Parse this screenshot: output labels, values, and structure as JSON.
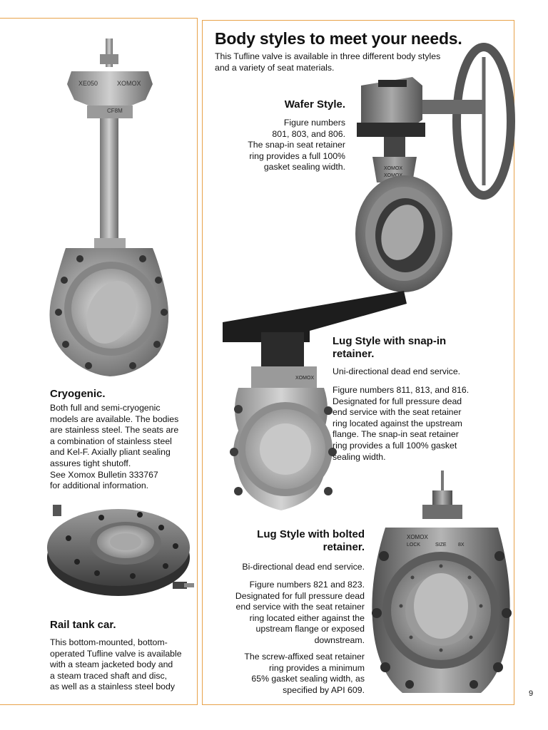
{
  "page_number": "9",
  "header": {
    "title": "Body styles to meet your needs.",
    "intro": [
      "This Tufline valve is available in three different body styles",
      "and a variety of seat materials."
    ]
  },
  "cryogenic": {
    "title": "Cryogenic.",
    "lines": [
      "Both full and semi-cryogenic",
      "models are available. The bodies",
      "are stainless steel.  The seats are",
      "a combination of stainless steel",
      "and Kel-F.  Axially pliant sealing",
      "assures tight shutoff.",
      "See Xomox Bulletin 333767",
      "for additional information."
    ],
    "photo_markings": [
      "XE050",
      "XOMOX",
      "CF8M"
    ]
  },
  "rail_tank_car": {
    "title": "Rail tank car.",
    "lines": [
      "This bottom-mounted, bottom-",
      "operated Tufline valve is available",
      "with a steam jacketed body and",
      "a steam traced shaft and disc,",
      "as well as a stainless steel body"
    ]
  },
  "wafer_style": {
    "title": "Wafer Style.",
    "lines": [
      "Figure numbers",
      "801, 803, and 806.",
      "The snap-in seat retainer",
      "ring provides a full 100%",
      "gasket sealing width."
    ],
    "photo_markings": [
      "XOMOX",
      "XOMOX"
    ]
  },
  "lug_snap": {
    "title_lines": [
      "Lug Style with snap-in",
      "retainer."
    ],
    "service": "Uni-directional dead end service.",
    "lines": [
      "Figure numbers 811, 813, and 816.",
      "Designated for full pressure dead",
      "end service with the seat retainer",
      "ring located against the upstream",
      "flange.  The snap-in seat retainer",
      "ring provides a full 100% gasket",
      "sealing width."
    ],
    "photo_markings": [
      "XOMOX"
    ]
  },
  "lug_bolted": {
    "title_lines": [
      "Lug Style with bolted",
      "retainer."
    ],
    "service": "Bi-directional dead end service.",
    "lines": [
      "Figure numbers 821 and 823.",
      "Designated for full pressure dead",
      "end service with the seat retainer",
      "ring located either against the",
      "upstream flange or exposed",
      "downstream."
    ],
    "lines2": [
      "The screw-affixed seat retainer",
      "ring provides a minimum",
      "65% gasket sealing width, as",
      "specified by API 609."
    ],
    "photo_markings": [
      "XOMOX",
      "LOCK",
      "SIZE",
      "8X"
    ]
  },
  "colors": {
    "border": "#e8a24a",
    "text": "#111111"
  }
}
